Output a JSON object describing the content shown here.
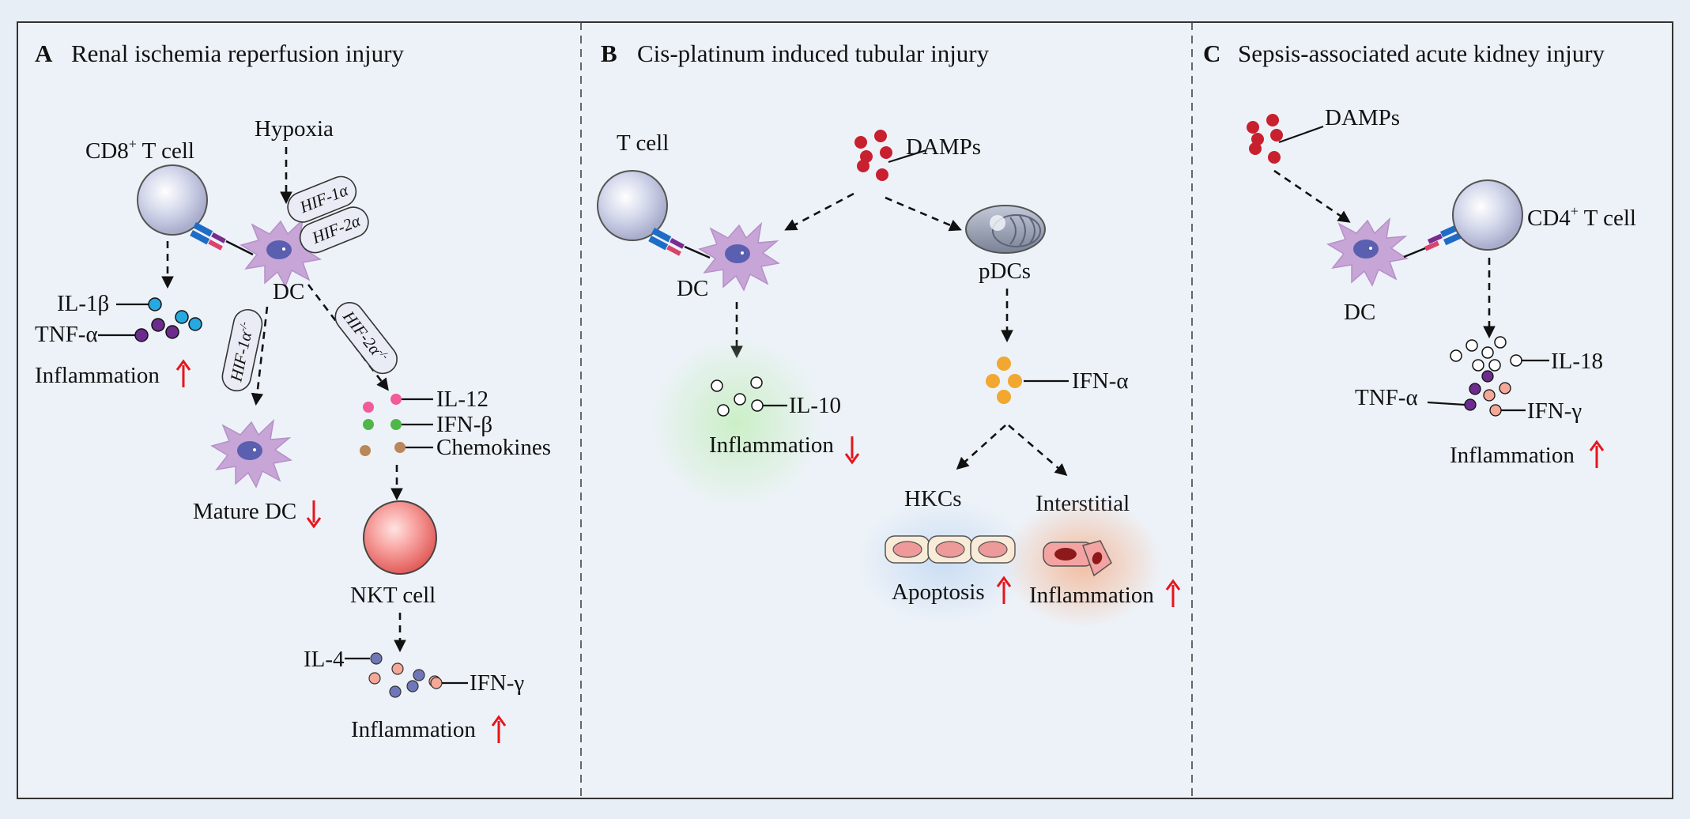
{
  "panels": {
    "a": {
      "letter": "A",
      "title": "Renal ischemia reperfusion injury",
      "cd8_label": "CD8",
      "cd8_sup": "+",
      "cd8_suffix": " T cell",
      "hypoxia": "Hypoxia",
      "hif1a": "HIF-1α",
      "hif2a": "HIF-2α",
      "hif1a_ko": "HIF-1α",
      "hif2a_ko": "HIF-2α",
      "ko_sup": "-/-",
      "dc": "DC",
      "il1b": "IL-1β",
      "tnfa": "TNF-α",
      "inflammation_1": "Inflammation",
      "mature_dc": "Mature DC",
      "il12": "IL-12",
      "ifnb": "IFN-β",
      "chemokines": "Chemokines",
      "nkt_cell": "NKT cell",
      "il4": "IL-4",
      "ifng": "IFN-γ",
      "inflammation_2": "Inflammation"
    },
    "b": {
      "letter": "B",
      "title": "Cis-platinum induced tubular injury",
      "t_cell": "T cell",
      "damps": "DAMPs",
      "dc": "DC",
      "pdcs": "pDCs",
      "il10": "IL-10",
      "inflammation_1": "Inflammation",
      "ifna": "IFN-α",
      "hkcs": "HKCs",
      "interstitial": "Interstitial",
      "apoptosis": "Apoptosis",
      "inflammation_2": "Inflammation"
    },
    "c": {
      "letter": "C",
      "title": "Sepsis-associated acute kidney injury",
      "damps": "DAMPs",
      "cd4_label": "CD4",
      "cd4_sup": "+",
      "cd4_suffix": " T cell",
      "dc": "DC",
      "il18": "IL-18",
      "tnfa": "TNF-α",
      "ifng": "IFN-γ",
      "inflammation": "Inflammation"
    }
  },
  "colors": {
    "background": "#e8eef6",
    "panel": "#edf2f8",
    "up_arrow": "#e8141c",
    "down_arrow": "#e8141c",
    "damps": "#c8202e",
    "dc_cell": "#c7a5d6",
    "nucleus": "#5a5fb0",
    "nkt_cell": "#f07b78",
    "ifn_alpha": "#f1a730"
  }
}
